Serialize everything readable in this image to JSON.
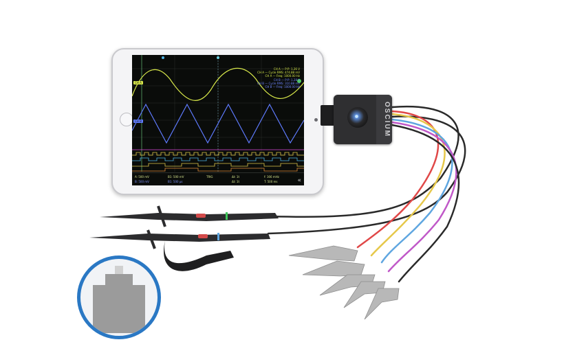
{
  "screen": {
    "readout_lines": [
      {
        "text": "CH A — P-P: 1.26 V",
        "channel": "a"
      },
      {
        "text": "CH A — Cycle RMS: 474.88 mV",
        "channel": "a"
      },
      {
        "text": "CH A — Freq: 1000.00 Hz",
        "channel": "a"
      },
      {
        "text": "CH B — P-P: 1.28 V",
        "channel": "b"
      },
      {
        "text": "CH B — Cycle RMS: 310.88 mV",
        "channel": "b"
      },
      {
        "text": "CH B — Freq: 1000.00 Hz",
        "channel": "b"
      }
    ],
    "channel_tags": {
      "a": "CH A",
      "b": "CH B"
    },
    "status": {
      "a_volts": "A: 500 mV",
      "a_pos": "B1: 500 mV",
      "trig": "TRIG",
      "dt": "Δt: 1t",
      "freq": "f: 166 mHz",
      "b_volts": "B: 500 mV",
      "b_pos": "B1: 500 µs",
      "dv": "Δt: 1t",
      "time": "T: 500 ms"
    },
    "nav_icon": "double-chevron-left-icon"
  },
  "device": {
    "brand": "OSCIUM"
  },
  "colors": {
    "trace_a": "#d8e84a",
    "trace_b": "#5f7bff",
    "digital": [
      "#d846d8",
      "#e0c74a",
      "#4fb4e6",
      "#e0c74a",
      "#e28c3a"
    ],
    "badge_ring": "#2a78c4"
  },
  "badge": {
    "icon": "connector-icon"
  }
}
